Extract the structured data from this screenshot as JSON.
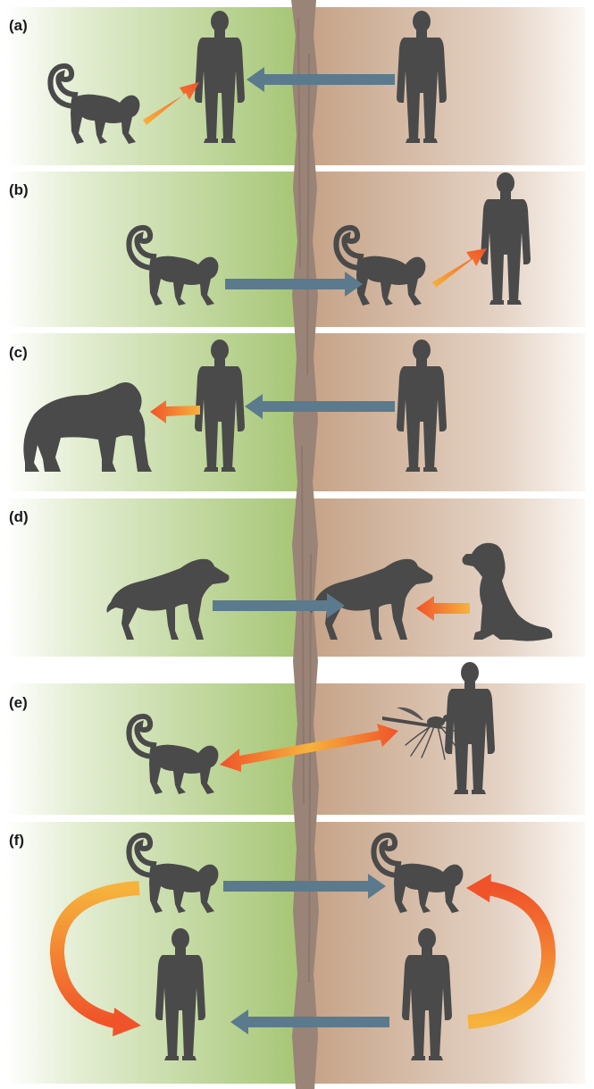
{
  "figure": {
    "panels": [
      {
        "label": "(a)"
      },
      {
        "label": "(b)"
      },
      {
        "label": "(c)"
      },
      {
        "label": "(d)"
      },
      {
        "label": "(e)"
      },
      {
        "label": "(f)"
      }
    ],
    "icons": {
      "human": "human-silhouette-icon",
      "monkey": "monkey-silhouette-icon",
      "gorilla": "gorilla-silhouette-icon",
      "hyena": "hyena-silhouette-icon",
      "dog": "dog-silhouette-icon",
      "mosquito": "mosquito-silhouette-icon"
    },
    "colors": {
      "forest_green": "#a9c97c",
      "ground_tan": "#c9a78c",
      "boundary": "#9a8377",
      "arrow_movement": "#5b7a8d",
      "arrow_transmission_start": "#f6b33c",
      "arrow_transmission_end": "#f0532a",
      "silhouette": "#4a4a4a"
    }
  }
}
